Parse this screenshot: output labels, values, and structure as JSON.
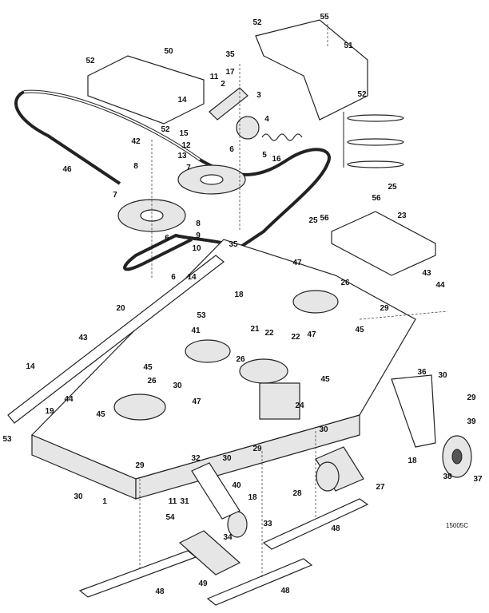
{
  "diagram": {
    "drawing_code": "15005C",
    "callouts": [
      "52",
      "55",
      "51",
      "35",
      "52",
      "50",
      "11",
      "2",
      "17",
      "3",
      "52",
      "14",
      "4",
      "52",
      "15",
      "6",
      "5",
      "16",
      "42",
      "12",
      "13",
      "46",
      "8",
      "7",
      "7",
      "25",
      "56",
      "23",
      "25",
      "56",
      "8",
      "9",
      "35",
      "6",
      "10",
      "47",
      "6",
      "14",
      "26",
      "43",
      "44",
      "18",
      "20",
      "53",
      "29",
      "43",
      "21",
      "22",
      "22",
      "41",
      "47",
      "45",
      "14",
      "45",
      "26",
      "26",
      "30",
      "47",
      "45",
      "36",
      "30",
      "29",
      "44",
      "19",
      "45",
      "24",
      "39",
      "53",
      "30",
      "18",
      "32",
      "29",
      "30",
      "29",
      "40",
      "18",
      "27",
      "28",
      "38",
      "37",
      "30",
      "1",
      "11",
      "31",
      "33",
      "54",
      "34",
      "48",
      "49",
      "48",
      "48"
    ]
  }
}
